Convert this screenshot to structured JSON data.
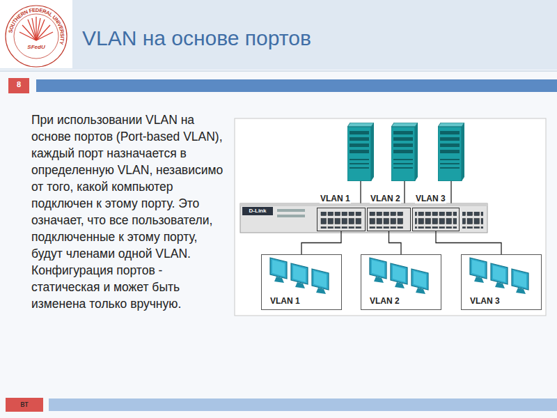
{
  "diagram": {
    "title": "VLAN на основе портов",
    "nodes": [
      {
        "text": [
          "VLAN 1"
        ]
      },
      {
        "text": [
          "VLAN 2"
        ]
      },
      {
        "text": [
          "VLAN 3"
        ]
      },
      {
        "text": [
          "VLAN 1"
        ]
      },
      {
        "text": [
          "VLAN 2"
        ]
      },
      {
        "text": [
          "VLAN 3"
        ]
      }
    ],
    "edges": [
      {
        "from": 0,
        "to": 3,
        "arrow": "none"
      },
      {
        "from": 1,
        "to": 4,
        "arrow": "none"
      },
      {
        "from": 2,
        "to": 5,
        "arrow": "none"
      }
    ],
    "labels": [
      "8",
      "При использовании VLAN на основе портов (Port-based VLAN), каждый порт назначается в определенную VLAN, независимо от того, какой компьютер подключен к этому порту. Это означает, что все пользователи, подключенные к этому порту, будут членами одной VLAN. Конфигурация портов - статическая и может быть изменена только вручную.",
      "SOUTHERN FEDERAL UNIVERSITY",
      "SFedU",
      "вт",
      "D-Link"
    ]
  }
}
